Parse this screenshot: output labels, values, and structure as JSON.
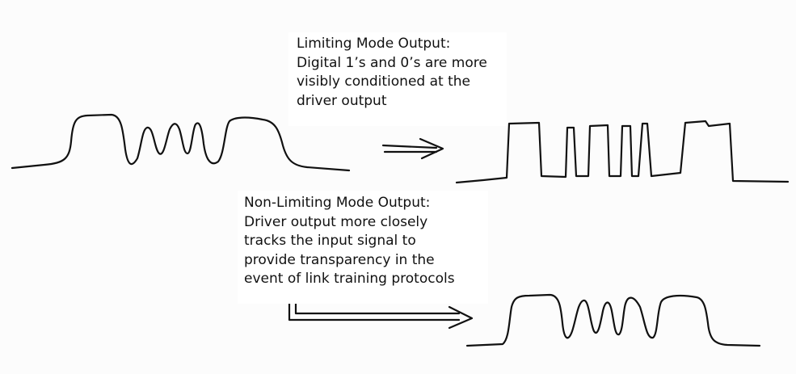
{
  "limiting": {
    "title": "Limiting Mode Output:",
    "lines": [
      "Digital 1’s and 0’s are more",
      "visibly conditioned at the",
      "driver output"
    ]
  },
  "non_limiting": {
    "title": "Non-Limiting Mode Output:",
    "lines": [
      "Driver output more closely",
      "tracks the input signal to",
      "provide transparency in the",
      "event of link training protocols"
    ]
  },
  "colors": {
    "ink": "#111111",
    "paper": "#fcfcfc",
    "text_box": "#ffffff"
  }
}
